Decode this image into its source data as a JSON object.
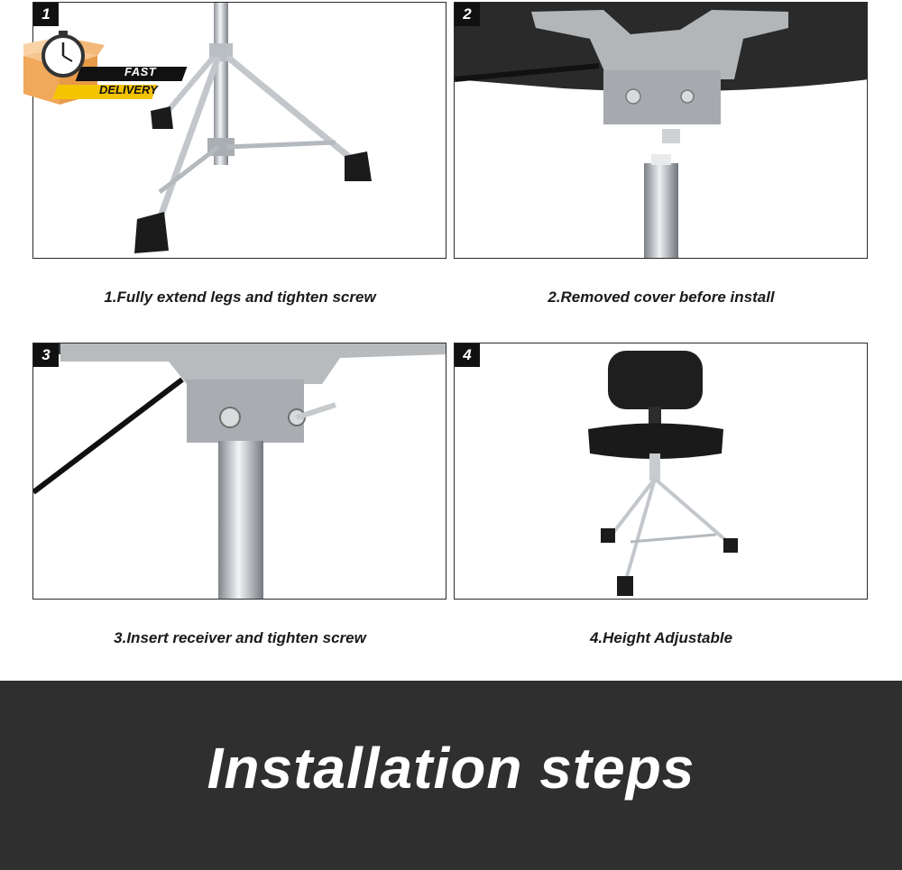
{
  "panels": [
    {
      "number": "1",
      "caption": "1.Fully extend legs and tighten screw"
    },
    {
      "number": "2",
      "caption": "2.Removed cover before install"
    },
    {
      "number": "3",
      "caption": "3.Insert receiver and tighten screw"
    },
    {
      "number": "4",
      "caption": "4.Height Adjustable"
    }
  ],
  "badge": {
    "line1": "FAST",
    "line2": "DELIVERY",
    "icons": [
      "clock-icon",
      "box-icon"
    ]
  },
  "banner": {
    "title": "Installation steps"
  },
  "colors": {
    "banner_bg": "#2f2f2f",
    "badge_orange": "#f4b16a",
    "badge_yellow": "#f5c400",
    "chrome": "#c8ccd0"
  }
}
